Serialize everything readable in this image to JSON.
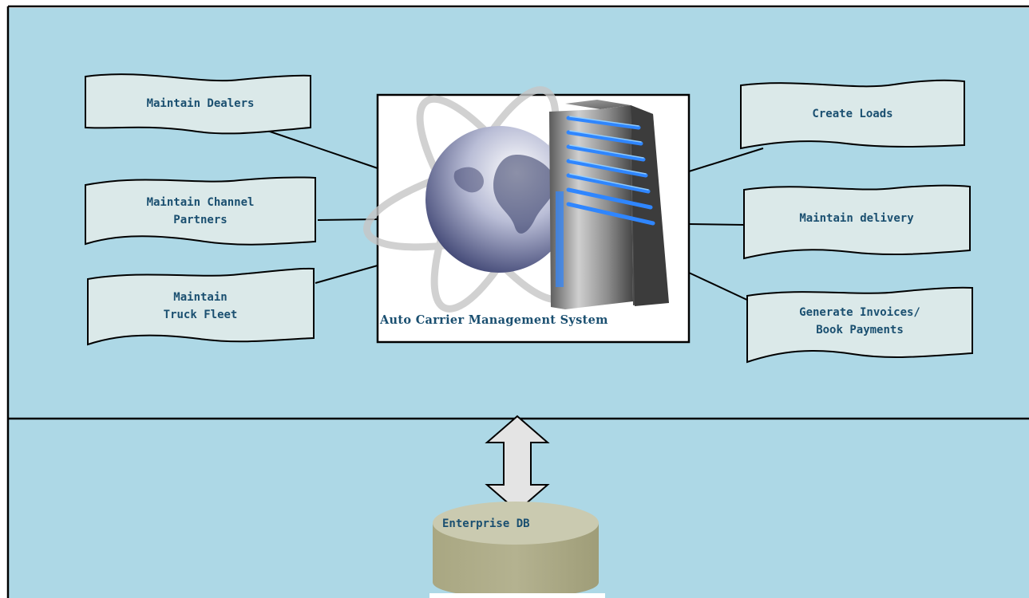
{
  "diagram": {
    "center": {
      "title": "Auto Carrier Management System"
    },
    "left_modules": [
      {
        "label": "Maintain Dealers"
      },
      {
        "label": "Maintain Channel\nPartners"
      },
      {
        "label": "Maintain\nTruck Fleet"
      }
    ],
    "right_modules": [
      {
        "label": "Create Loads"
      },
      {
        "label": "Maintain delivery"
      },
      {
        "label": "Generate Invoices/\nBook Payments"
      }
    ],
    "database": {
      "label": "Enterprise DB"
    }
  },
  "colors": {
    "panel_background": "#add8e6",
    "module_fill": "#dbe9e9",
    "database_top": "#cacab0",
    "database_body": "#a8a680",
    "arrow_fill": "#e4e4e4",
    "text": "#1a4f70",
    "server_blue": "#2f86ff"
  },
  "icons": [
    "server-tower-icon",
    "globe-icon",
    "orbit-rings-icon",
    "double-headed-arrow-icon",
    "database-cylinder-icon"
  ]
}
